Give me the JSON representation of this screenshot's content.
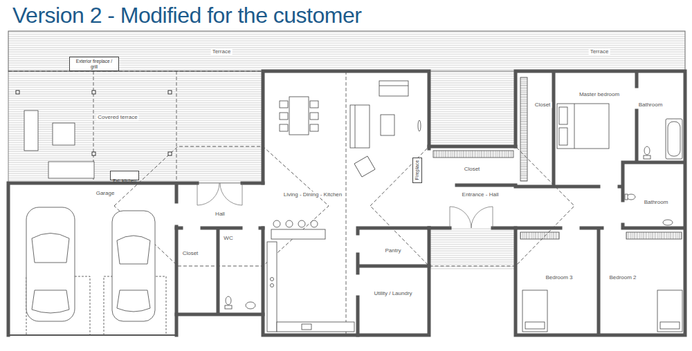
{
  "diagram": {
    "title": "Version 2 - Modified for the customer",
    "nodes": [
      {
        "text": [
          "Exterior fireplace / grill"
        ]
      },
      {
        "text": [
          "Ext. kitchen"
        ]
      },
      {
        "text": [
          "Fireplace"
        ]
      }
    ],
    "labels": [
      "Terrace",
      "Terrace",
      "Covered terrace",
      "Garage",
      "Hall",
      "Living - Dining - Kitchen",
      "Closet",
      "Master bedroom",
      "Bathroom",
      "Closet",
      "Entrance - Hall",
      "Bathroom",
      "Closet",
      "WC",
      "Pantry",
      "Utility / Laundry",
      "Bedroom 3",
      "Bedroom 2"
    ]
  }
}
